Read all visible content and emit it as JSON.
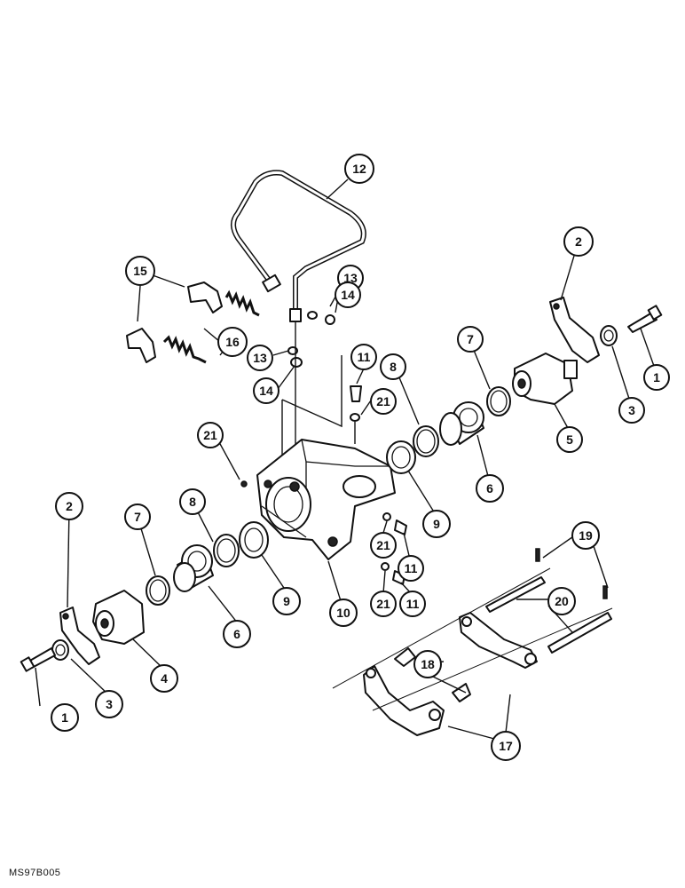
{
  "diagram": {
    "reference_code": "MS97B005",
    "callout_labels": {
      "c12": "12",
      "c15": "15",
      "c13a": "13",
      "c14a": "14",
      "c16": "16",
      "c13b": "13",
      "c14b": "14",
      "c11a": "11",
      "c21a": "21",
      "c2r": "2",
      "c7r": "7",
      "c8r": "8",
      "c1r": "1",
      "c3r": "3",
      "c5": "5",
      "c6r": "6",
      "c9r": "9",
      "c21b": "21",
      "c2l": "2",
      "c7l": "7",
      "c8l": "8",
      "c21c": "21",
      "c11b": "11",
      "c9l": "9",
      "c10": "10",
      "c21d": "21",
      "c11c": "11",
      "c6l": "6",
      "c4": "4",
      "c1l": "1",
      "c3l": "3",
      "c19": "19",
      "c20": "20",
      "c18": "18",
      "c17": "17"
    }
  }
}
